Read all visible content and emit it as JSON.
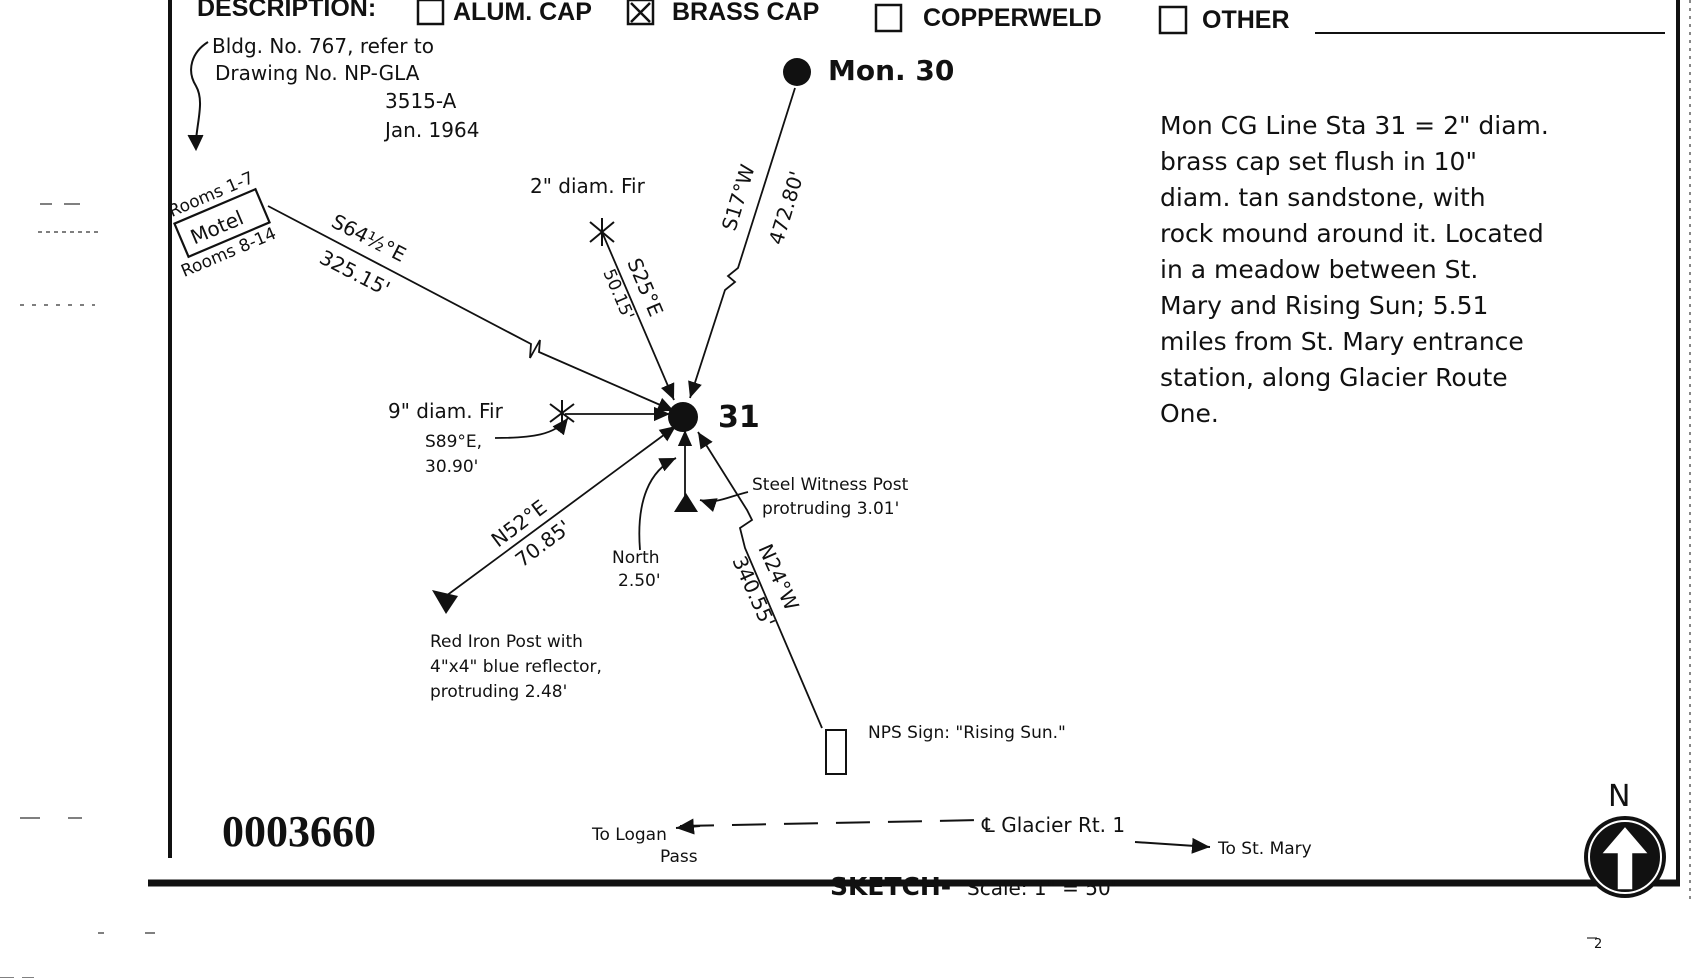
{
  "description": {
    "label": "DESCRIPTION:",
    "options": [
      {
        "label": "ALUM. CAP",
        "checked": false
      },
      {
        "label": "BRASS CAP",
        "checked": true
      },
      {
        "label": "COPPERWELD",
        "checked": false
      },
      {
        "label": "OTHER",
        "checked": false
      }
    ]
  },
  "building_note": [
    "Bldg. No. 767, refer to",
    "Drawing No.  NP-GLA",
    "3515-A",
    "Jan. 1964"
  ],
  "motel": {
    "label": "Motel",
    "rooms_top": "Rooms 1-7",
    "rooms_bottom": "Rooms 8-14"
  },
  "monument_30": "Mon. 30",
  "station_label": "31",
  "bearings": {
    "motel_bearing": "S64½°E",
    "motel_distance": "325.15'",
    "mon30_bearing": "S17°W",
    "mon30_distance": "472.80'",
    "fir2_bearing": "S25°E",
    "fir2_distance": "50.15'",
    "iron_bearing": "N52°E",
    "iron_distance": "70.85'",
    "sign_bearing": "N24°W",
    "sign_distance": "340.55'"
  },
  "fir_2": "2\" diam. Fir",
  "fir_9": {
    "label": "9\" diam. Fir",
    "bearing": "S89°E,",
    "distance": "30.90'"
  },
  "witness_post": [
    "Steel Witness Post",
    "protruding 3.01'"
  ],
  "north_offset": [
    "North",
    "2.50'"
  ],
  "red_post": [
    "Red Iron Post with",
    "4\"x4\" blue reflector,",
    "protruding 2.48'"
  ],
  "nps_sign": "NPS Sign: \"Rising Sun.\"",
  "route": {
    "centerline": "℄ Glacier Rt. 1",
    "to_left": [
      "To Logan",
      "Pass"
    ],
    "to_right": "To St. Mary"
  },
  "sketch_label": {
    "prefix": "SKETCH-",
    "scale": "Scale: 1\" = 50'"
  },
  "north_arrow_label": "N",
  "doc_number": "0003660",
  "page_mark": "2",
  "note_lines": [
    "Mon CG Line Sta 31 = 2\" diam.",
    "brass cap set flush in 10\"",
    "diam. tan sandstone, with",
    "rock mound around it. Located",
    "in a meadow between St.",
    "Mary and Rising Sun; 5.51",
    "miles from St. Mary entrance",
    "station, along Glacier Route",
    "One."
  ]
}
